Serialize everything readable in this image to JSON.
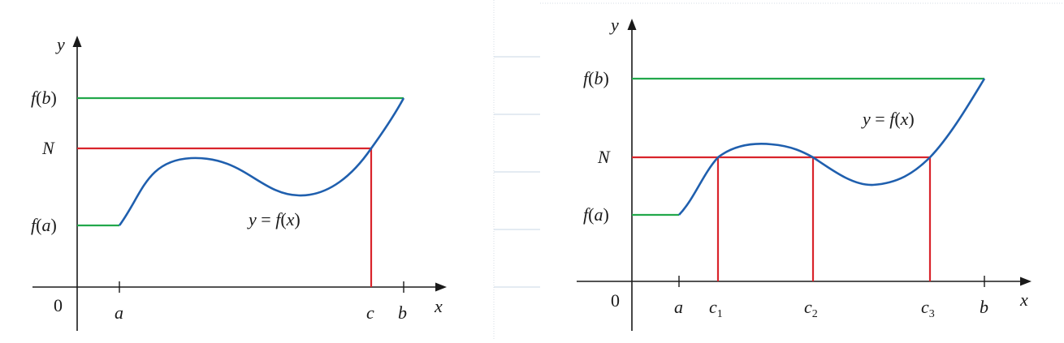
{
  "colors": {
    "curve": "#1f5fae",
    "fb_line": "#22a84b",
    "fa_line": "#22a84b",
    "n_line": "#d9242b",
    "axis": "#1a1a1a"
  },
  "left_figure": {
    "y_axis_label": "y",
    "x_axis_label": "x",
    "origin_label": "0",
    "fb_label_f": "f",
    "fb_label_arg": "(b)",
    "fb_label_var": "b",
    "n_label": "N",
    "fa_label_f": "f",
    "fa_label_arg": "(a)",
    "fa_label_var": "a",
    "curve_label_lhs": "y",
    "curve_label_eq": " = ",
    "curve_label_f": "f",
    "curve_label_open": "(",
    "curve_label_x": "x",
    "curve_label_close": ")",
    "x_tick_a": "a",
    "x_tick_c": "c",
    "x_tick_b": "b"
  },
  "right_figure": {
    "y_axis_label": "y",
    "x_axis_label": "x",
    "origin_label": "0",
    "fb_label_f": "f",
    "fb_label_var": "b",
    "n_label": "N",
    "fa_label_f": "f",
    "fa_label_var": "a",
    "curve_label_lhs": "y",
    "curve_label_f": "f",
    "curve_label_x": "x",
    "x_tick_a": "a",
    "x_tick_c1": "c",
    "x_tick_c1_sub": "1",
    "x_tick_c2": "c",
    "x_tick_c2_sub": "2",
    "x_tick_c3": "c",
    "x_tick_c3_sub": "3",
    "x_tick_b": "b"
  }
}
